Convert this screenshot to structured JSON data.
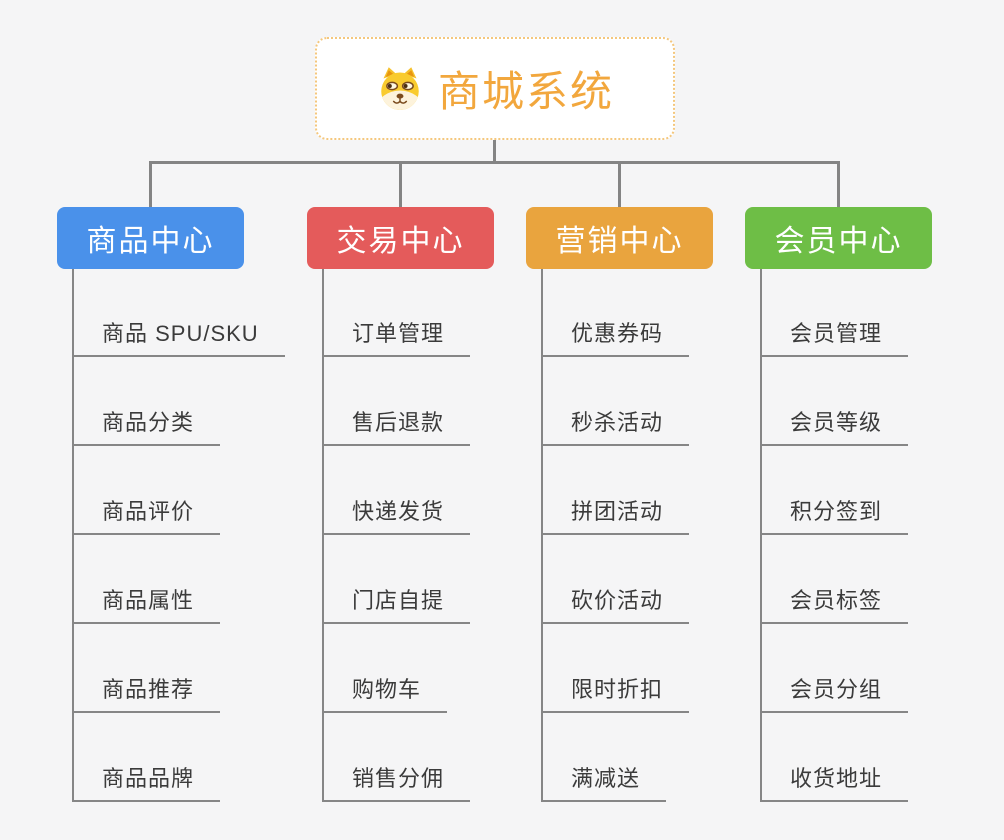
{
  "root": {
    "title": "商城系统",
    "icon": "dog-face-icon",
    "title_color": "#f2a73d",
    "border_color": "#f4c77d"
  },
  "connector_color": "#848484",
  "branches": [
    {
      "label": "商品中心",
      "color": "#4a91ea",
      "items": [
        "商品 SPU/SKU",
        "商品分类",
        "商品评价",
        "商品属性",
        "商品推荐",
        "商品品牌"
      ]
    },
    {
      "label": "交易中心",
      "color": "#e45b5b",
      "items": [
        "订单管理",
        "售后退款",
        "快递发货",
        "门店自提",
        "购物车",
        "销售分佣"
      ]
    },
    {
      "label": "营销中心",
      "color": "#e9a43e",
      "items": [
        "优惠券码",
        "秒杀活动",
        "拼团活动",
        "砍价活动",
        "限时折扣",
        "满减送"
      ]
    },
    {
      "label": "会员中心",
      "color": "#6ebe46",
      "items": [
        "会员管理",
        "会员等级",
        "积分签到",
        "会员标签",
        "会员分组",
        "收货地址"
      ]
    }
  ]
}
